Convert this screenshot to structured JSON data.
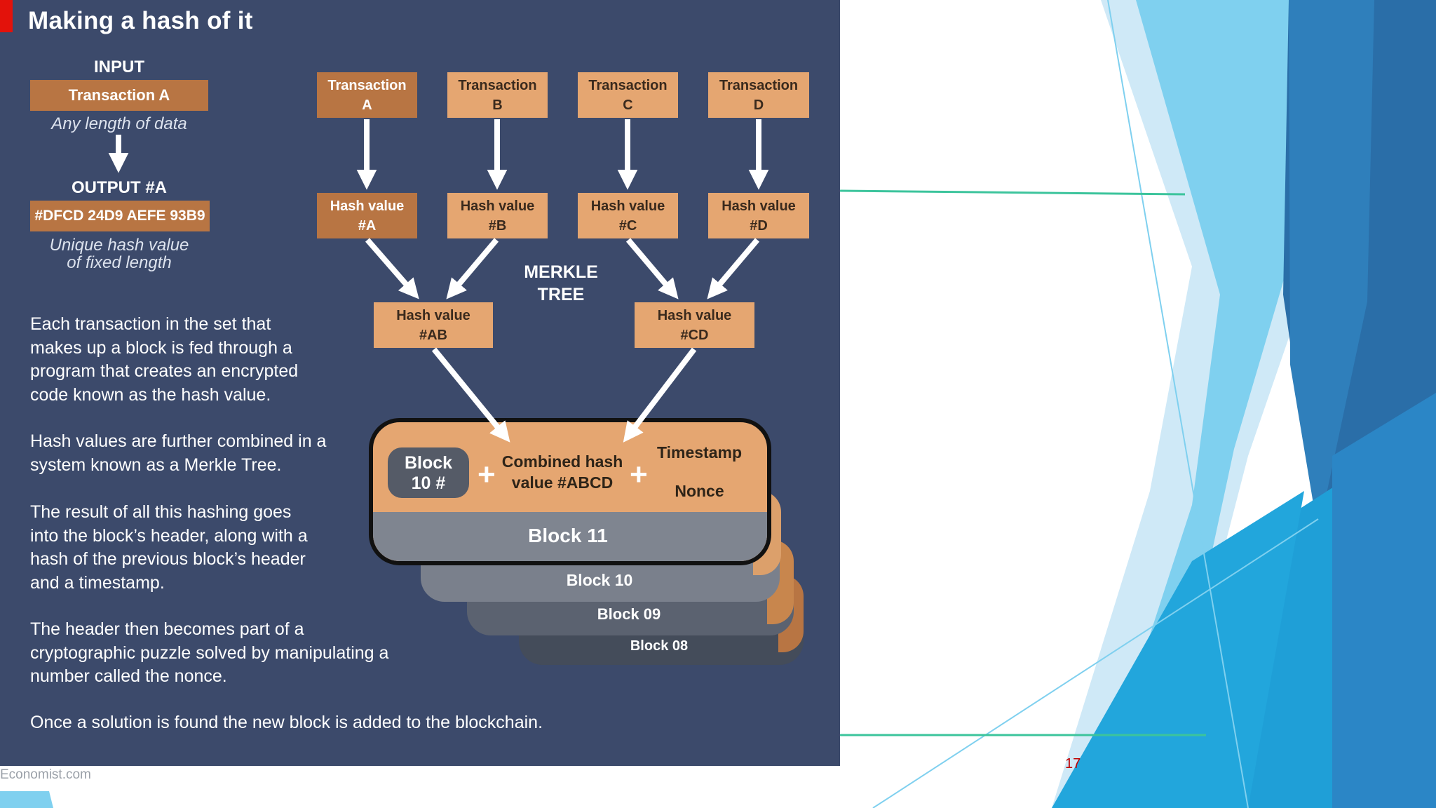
{
  "title": "Making a hash of it",
  "input": {
    "heading": "INPUT",
    "box": "Transaction A",
    "caption": "Any length of data"
  },
  "output": {
    "heading": "OUTPUT #A",
    "box": "#DFCD 24D9 AEFE 93B9",
    "caption_line1": "Unique hash value",
    "caption_line2": "of fixed length"
  },
  "merkle_label": {
    "line1": "MERKLE",
    "line2": "TREE"
  },
  "transactions": [
    {
      "line1": "Transaction",
      "line2": "A"
    },
    {
      "line1": "Transaction",
      "line2": "B"
    },
    {
      "line1": "Transaction",
      "line2": "C"
    },
    {
      "line1": "Transaction",
      "line2": "D"
    }
  ],
  "hashes": [
    {
      "line1": "Hash value",
      "line2": "#A"
    },
    {
      "line1": "Hash value",
      "line2": "#B"
    },
    {
      "line1": "Hash value",
      "line2": "#C"
    },
    {
      "line1": "Hash value",
      "line2": "#D"
    }
  ],
  "pair_hashes": [
    {
      "line1": "Hash value",
      "line2": "#AB"
    },
    {
      "line1": "Hash value",
      "line2": "#CD"
    }
  ],
  "header": {
    "block_ref_line1": "Block",
    "block_ref_line2": "10 #",
    "combined_line1": "Combined hash",
    "combined_line2": "value #ABCD",
    "timestamp": "Timestamp",
    "nonce": "Nonce",
    "plus": "+"
  },
  "blocks": [
    "Block 11",
    "Block 10",
    "Block 09",
    "Block 08"
  ],
  "paragraphs": [
    "Each transaction in the set that\nmakes up a block is fed through a\nprogram that creates an encrypted\ncode known as the hash value.",
    "Hash values are further combined in a\nsystem known as a Merkle Tree.",
    "The result of all this hashing goes\ninto the block’s header, along with a\nhash of the previous block’s header\nand a timestamp.",
    "The header then becomes part of a\ncryptographic puzzle solved by manipulating a\nnumber called the nonce.",
    "Once a solution is found the new block is added to the blockchain."
  ],
  "credit": "Economist.com",
  "page_number": "17",
  "colors": {
    "panel": "#3c4a6b",
    "light_box": "#e5a671",
    "dark_box": "#b87543",
    "accent_red": "#e3120b",
    "rule_green": "#3cc49c"
  }
}
